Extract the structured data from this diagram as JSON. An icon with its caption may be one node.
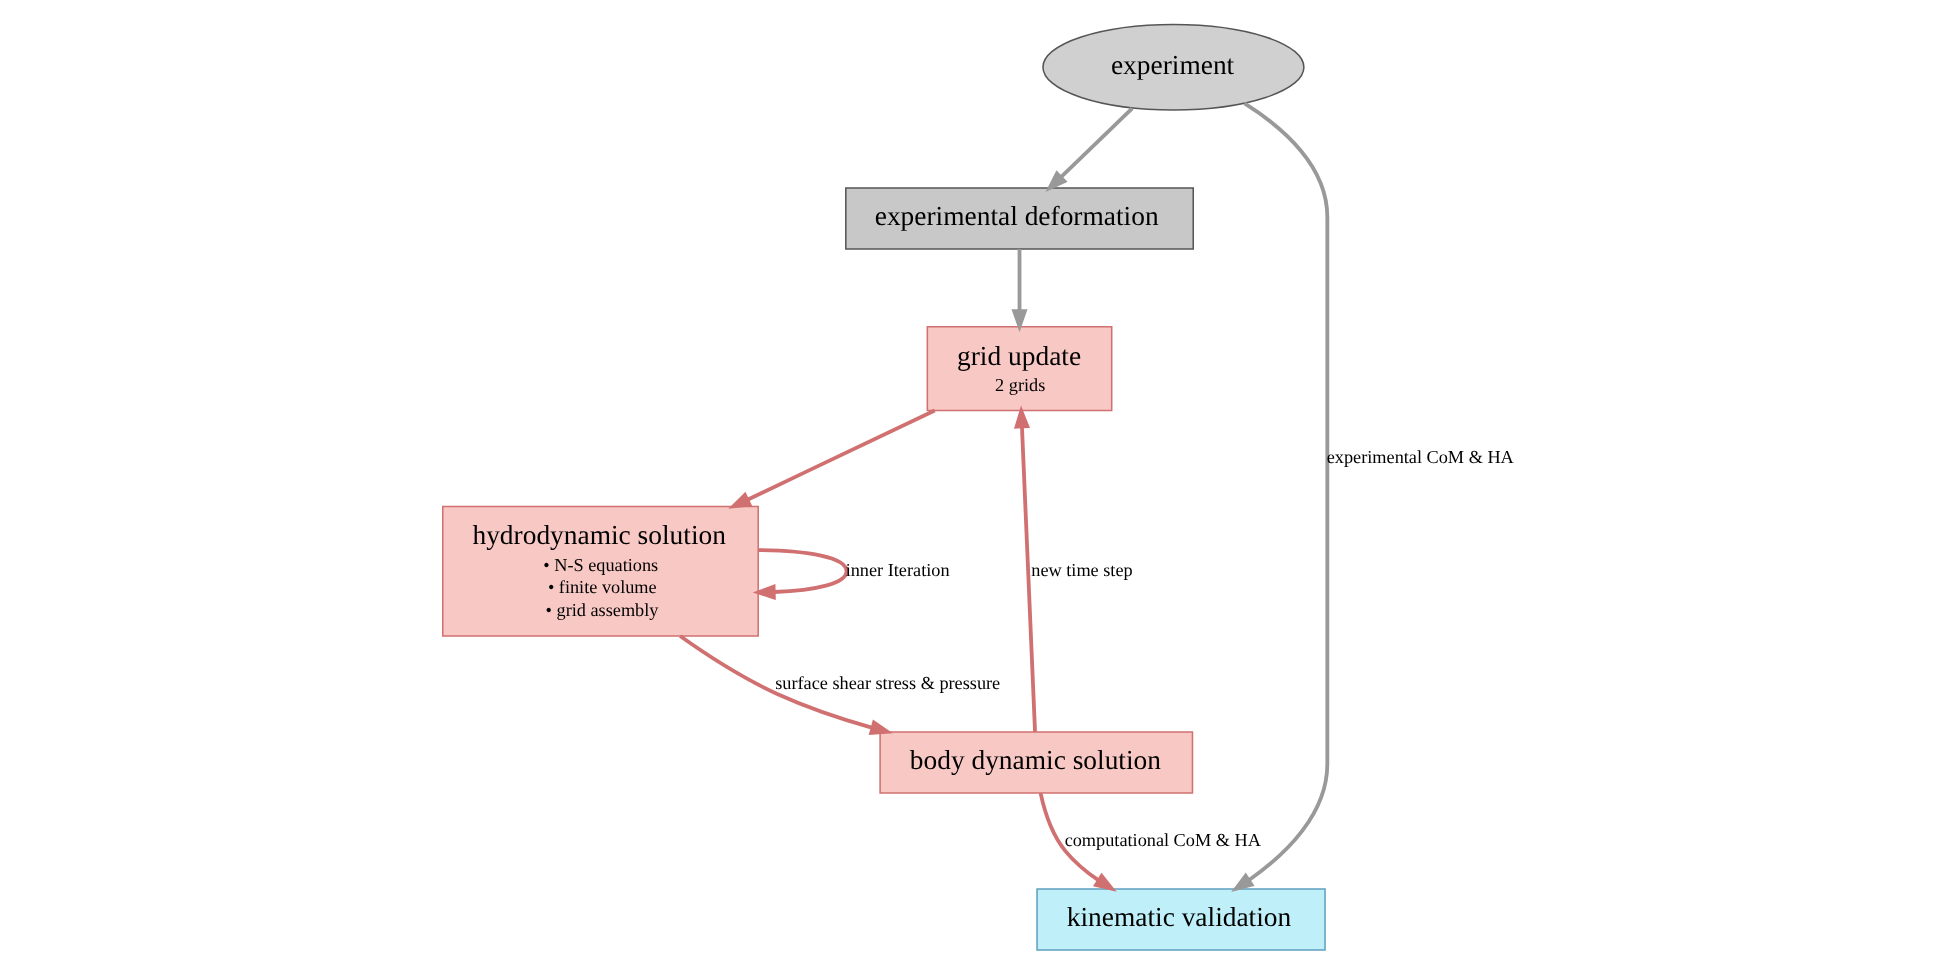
{
  "diagram": {
    "nodes": [
      {
        "text": [
          "experimental deformation"
        ]
      },
      {
        "text": [
          "grid update",
          "2 grids"
        ]
      },
      {
        "text": [
          "hydrodynamic solution",
          "• N-S equations",
          "• finite volume",
          "• grid assembly"
        ]
      },
      {
        "text": [
          "experiment"
        ]
      },
      {
        "text": [
          "kinematic validation"
        ]
      },
      {
        "text": [
          "body dynamic solution"
        ]
      }
    ],
    "edges": [
      {
        "from": 3,
        "to": 0,
        "arrow": "to",
        "color": "#999999"
      },
      {
        "from": 0,
        "to": 1,
        "arrow": "to",
        "color": "#999999"
      },
      {
        "from": 1,
        "to": 2,
        "arrow": "to"
      },
      {
        "from": 2,
        "to": 2,
        "arrow": "to",
        "label": "inner Iteration"
      },
      {
        "from": 2,
        "to": 5,
        "arrow": "to",
        "label": "surface shear stress & pressure"
      },
      {
        "from": 5,
        "to": 1,
        "arrow": "to",
        "label": "new time step"
      },
      {
        "from": 5,
        "to": 4,
        "arrow": "to",
        "label": "computational CoM & HA"
      },
      {
        "from": 3,
        "to": 4,
        "arrow": "to",
        "label": "experimental CoM & HA",
        "color": "#999999"
      }
    ]
  }
}
